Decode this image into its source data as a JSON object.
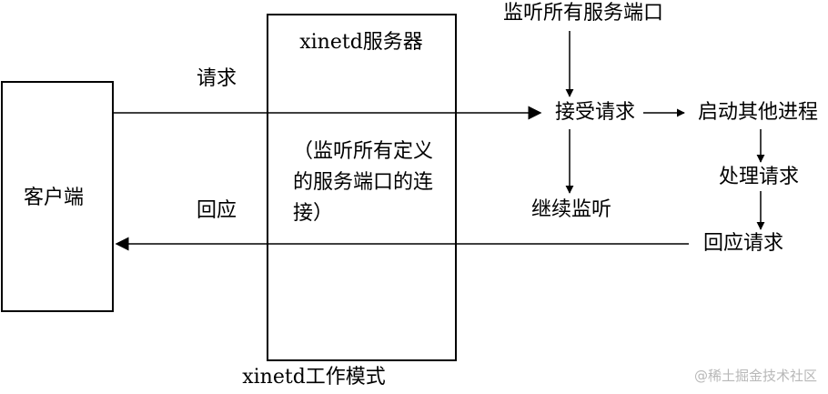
{
  "client": {
    "label": "客户端"
  },
  "server": {
    "title": "xinetd服务器",
    "description": "（监听所有定义的服务端口的连接）",
    "caption": "xinetd工作模式"
  },
  "arrows": {
    "request": "请求",
    "response": "回应"
  },
  "flow": {
    "listen_all": "监听所有服务端口",
    "accept": "接受请求",
    "continue_listen": "继续监听",
    "start_process": "启动其他进程",
    "handle": "处理请求",
    "respond": "回应请求"
  },
  "watermark": "@稀土掘金技术社区"
}
